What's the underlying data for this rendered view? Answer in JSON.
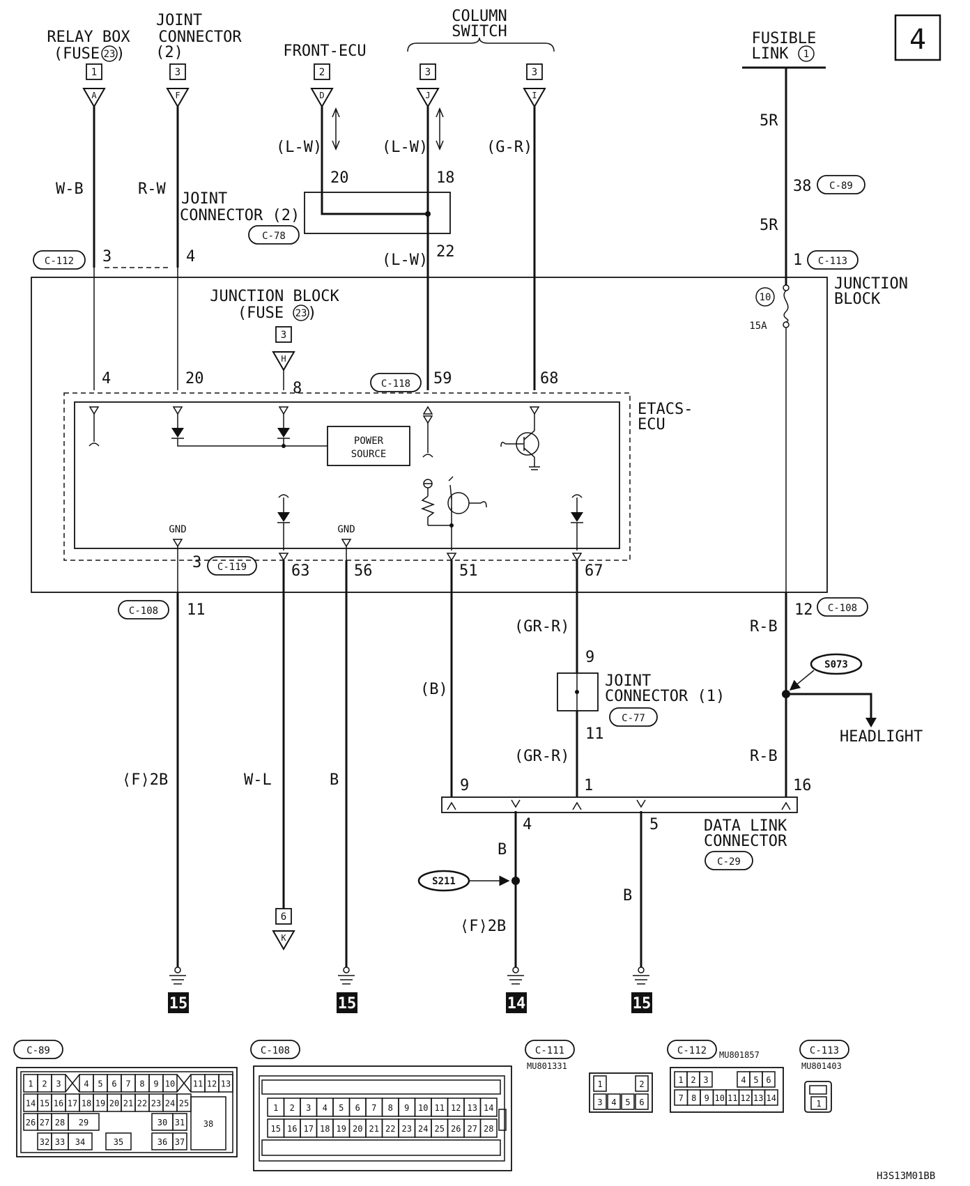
{
  "page_number": "4",
  "labels": {
    "relay_box": [
      "RELAY BOX",
      "(FUSE",
      "23",
      ")"
    ],
    "joint_connector_2_top": [
      "JOINT",
      "CONNECTOR",
      "(2)"
    ],
    "front_ecu": "FRONT-ECU",
    "column_switch": [
      "COLUMN",
      "SWITCH"
    ],
    "fusible_link": [
      "FUSIBLE",
      "LINK",
      "1"
    ],
    "joint_connector_2_mid": [
      "JOINT",
      "CONNECTOR (2)"
    ],
    "junction_block_center": [
      "JUNCTION BLOCK",
      "(FUSE",
      "23",
      ")"
    ],
    "junction_block_right": [
      "JUNCTION",
      "BLOCK"
    ],
    "etacs_ecu": [
      "ETACS-",
      "ECU"
    ],
    "power_source": [
      "POWER",
      "SOURCE"
    ],
    "gnd": "GND",
    "joint_connector_1": [
      "JOINT",
      "CONNECTOR (1)"
    ],
    "headlight": "HEADLIGHT",
    "data_link_connector": [
      "DATA LINK",
      "CONNECTOR"
    ],
    "fuse_rating": "15A",
    "fuse_number": "10",
    "diagram_code": "H3S13M01BB"
  },
  "page_refs": {
    "relay_box": "1",
    "joint_conn": "3",
    "front_ecu": "2",
    "col_j": "3",
    "col_i": "3",
    "jb_h": "3",
    "k": "6"
  },
  "terminals": {
    "A": "A",
    "F": "F",
    "D": "D",
    "J": "J",
    "I": "I",
    "H": "H",
    "K": "K"
  },
  "wires": {
    "wb": "W-B",
    "rw": "R-W",
    "lw1": "(L-W)",
    "lw2": "(L-W)",
    "lw3": "(L-W)",
    "gr": "(G-R)",
    "r5a": "5R",
    "r5b": "5R",
    "grr1": "(GR-R)",
    "grr2": "(GR-R)",
    "rb1": "R-B",
    "rb2": "R-B",
    "f2b1": "⟨F⟩2B",
    "wl": "W-L",
    "b1": "B",
    "b_paren": "(B)",
    "b2": "B",
    "f2b2": "⟨F⟩2B",
    "b3": "B"
  },
  "connectors": {
    "c112": "C-112",
    "c78": "C-78",
    "c89": "C-89",
    "c113": "C-113",
    "c118": "C-118",
    "c119": "C-119",
    "c108a": "C-108",
    "c108b": "C-108",
    "c77": "C-77",
    "c29": "C-29"
  },
  "pins": {
    "p3a": "3",
    "p4a": "4",
    "p20a": "20",
    "p18": "18",
    "p22": "22",
    "p38": "38",
    "p1a": "1",
    "p4b": "4",
    "p20b": "20",
    "p8": "8",
    "p59": "59",
    "p68": "68",
    "p3b": "3",
    "p63": "63",
    "p56": "56",
    "p51": "51",
    "p67": "67",
    "p11a": "11",
    "p12": "12",
    "p9a": "9",
    "p11b": "11",
    "p9b": "9",
    "p1b": "1",
    "p16": "16",
    "p4c": "4",
    "p5": "5"
  },
  "splices": {
    "s073": "S073",
    "s211": "S211"
  },
  "grounds": [
    "15",
    "15",
    "14",
    "15"
  ],
  "connector_views": {
    "c89": {
      "label": "C-89",
      "row1": [
        "1",
        "2",
        "3",
        "4",
        "5",
        "6",
        "7",
        "8",
        "9",
        "10",
        "11",
        "12",
        "13"
      ],
      "row2": [
        "14",
        "15",
        "16",
        "17",
        "18",
        "19",
        "20",
        "21",
        "22",
        "23",
        "24",
        "25"
      ],
      "row3": [
        "26",
        "27",
        "28",
        "29",
        "30",
        "31"
      ],
      "row4": [
        "32",
        "33",
        "34",
        "35",
        "36",
        "37"
      ],
      "big": "38"
    },
    "c108": {
      "label": "C-108",
      "row1": [
        "1",
        "2",
        "3",
        "4",
        "5",
        "6",
        "7",
        "8",
        "9",
        "10",
        "11",
        "12",
        "13",
        "14"
      ],
      "row2": [
        "15",
        "16",
        "17",
        "18",
        "19",
        "20",
        "21",
        "22",
        "23",
        "24",
        "25",
        "26",
        "27",
        "28"
      ]
    },
    "c111": {
      "label": "C-111",
      "part": "MU801331",
      "row1": [
        "1",
        "2"
      ],
      "row2": [
        "3",
        "4",
        "5",
        "6"
      ]
    },
    "c112": {
      "label": "C-112",
      "part": "MU801857",
      "row1": [
        "1",
        "2",
        "3",
        "4",
        "5",
        "6"
      ],
      "row2": [
        "7",
        "8",
        "9",
        "10",
        "11",
        "12",
        "13",
        "14"
      ]
    },
    "c113": {
      "label": "C-113",
      "part": "MU801403",
      "row1": [
        "1"
      ]
    }
  }
}
